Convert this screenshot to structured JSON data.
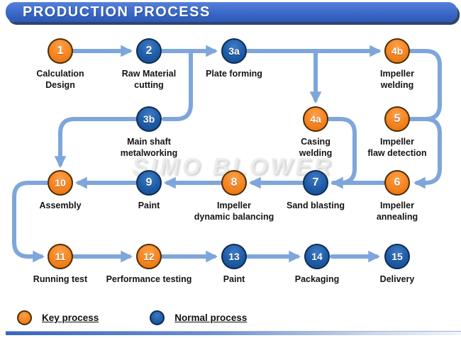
{
  "title": "PRODUCTION PROCESS",
  "watermark": "SIMO BLOWER",
  "colors": {
    "key_process": "#F5831F",
    "normal_process": "#1E5CA8",
    "arrow": "#7EA6DB",
    "banner": "#3A68C8"
  },
  "nodes": [
    {
      "id": "1",
      "number": "1",
      "type": "key",
      "label": "Calculation\nDesign"
    },
    {
      "id": "2",
      "number": "2",
      "type": "normal",
      "label": "Raw Material\ncutting"
    },
    {
      "id": "3a",
      "number": "3a",
      "type": "normal",
      "label": "Plate forming"
    },
    {
      "id": "4b",
      "number": "4b",
      "type": "key",
      "label": "Impeller\nwelding"
    },
    {
      "id": "3b",
      "number": "3b",
      "type": "normal",
      "label": "Main shaft\nmetalworking"
    },
    {
      "id": "4a",
      "number": "4a",
      "type": "key",
      "label": "Casing\nwelding"
    },
    {
      "id": "5",
      "number": "5",
      "type": "key",
      "label": "Impeller\nflaw detection"
    },
    {
      "id": "10",
      "number": "10",
      "type": "key",
      "label": "Assembly"
    },
    {
      "id": "9",
      "number": "9",
      "type": "normal",
      "label": "Paint"
    },
    {
      "id": "8",
      "number": "8",
      "type": "key",
      "label": "Impeller\ndynamic balancing"
    },
    {
      "id": "7",
      "number": "7",
      "type": "normal",
      "label": "Sand blasting"
    },
    {
      "id": "6",
      "number": "6",
      "type": "key",
      "label": "Impeller\nannealing"
    },
    {
      "id": "11",
      "number": "11",
      "type": "key",
      "label": "Running test"
    },
    {
      "id": "12",
      "number": "12",
      "type": "key",
      "label": "Performance testing"
    },
    {
      "id": "13",
      "number": "13",
      "type": "normal",
      "label": "Paint"
    },
    {
      "id": "14",
      "number": "14",
      "type": "normal",
      "label": "Packaging"
    },
    {
      "id": "15",
      "number": "15",
      "type": "normal",
      "label": "Delivery"
    }
  ],
  "legend": [
    {
      "label": "Key process",
      "type": "key"
    },
    {
      "label": "Normal process",
      "type": "normal"
    }
  ]
}
